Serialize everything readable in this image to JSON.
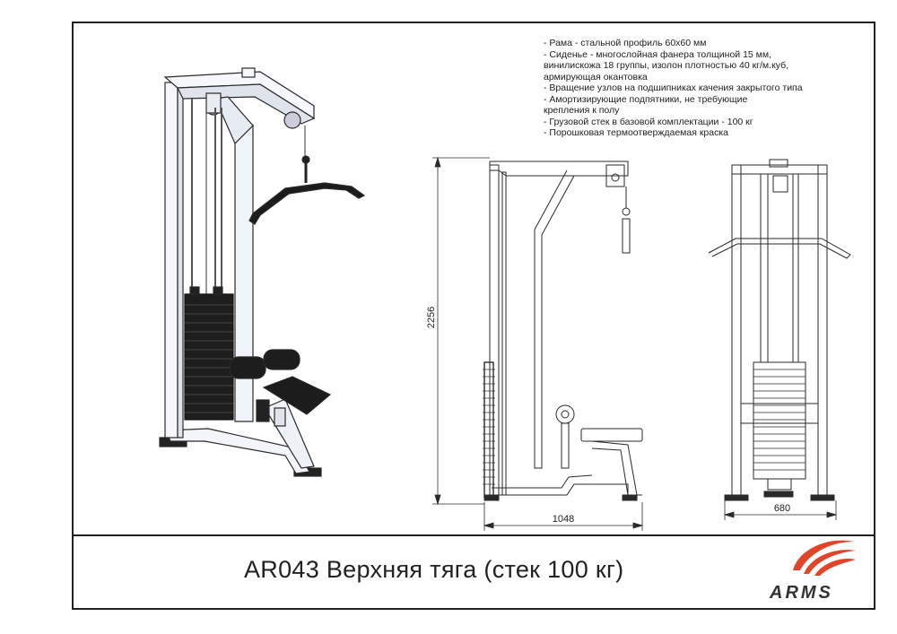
{
  "specs": [
    "- Рама - стальной профиль 60х60 мм",
    "- Сиденье - многослойная фанера толщиной 15 мм,\n   винилискожа 18 группы, изолон плотностью 40 кг/м.куб,\n   армирующая окантовка",
    "- Вращение узлов на подшипниках качения закрытого типа",
    "- Амортизирующие подпятники, не требующие\n  крепления к полу",
    "- Грузовой стек в базовой комплектации - 100 кг",
    "- Порошковая термоотверждаемая краска"
  ],
  "dimensions": {
    "height": "2256",
    "length": "1048",
    "width": "680"
  },
  "title": "AR043 Верхняя тяга (стек 100 кг)",
  "brand": "ARMS",
  "colors": {
    "frame": "#f4f6fb",
    "weights": "#1e1e1e",
    "logo_red": "#e0442a",
    "outline": "#2a2a2a"
  }
}
